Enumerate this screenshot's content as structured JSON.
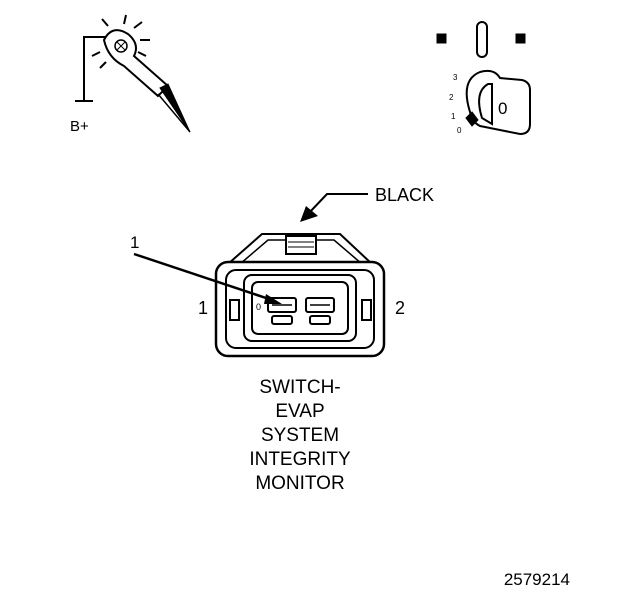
{
  "probe_icon": {
    "label": "B+",
    "icon": "test-light-probe-icon"
  },
  "key_switch_icon": {
    "icon": "ignition-key-switch-icon",
    "positions": [
      "3",
      "2",
      "1",
      "0"
    ],
    "key_text": "0"
  },
  "connector": {
    "color_label": "BLACK",
    "callout_number": "1",
    "pin_left": "1",
    "pin_right": "2",
    "cavity_small": "0"
  },
  "caption_lines": [
    "SWITCH-",
    "EVAP",
    "SYSTEM",
    "INTEGRITY",
    "MONITOR"
  ],
  "figure_number": "2579214"
}
